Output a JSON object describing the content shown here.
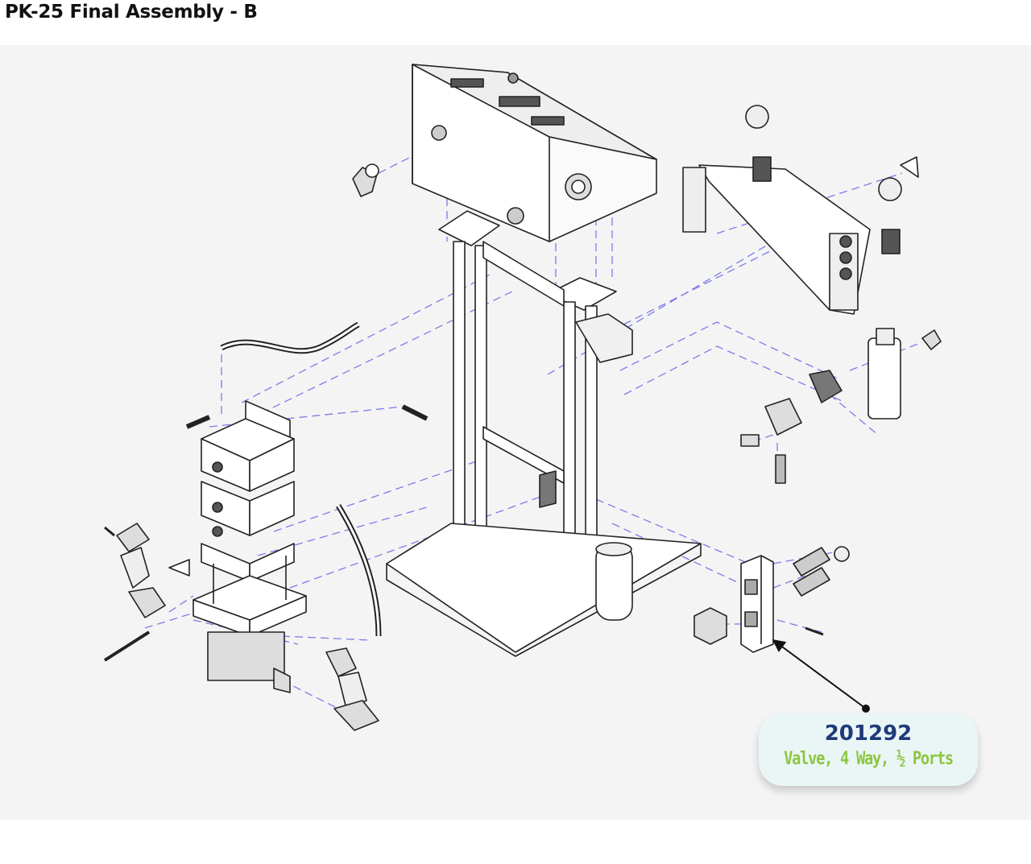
{
  "page": {
    "title": "PK-25 Final Assembly - B"
  },
  "callout": {
    "part_number": "201292",
    "description": "Valve, 4 Way, ½ Ports"
  },
  "colors": {
    "line": "#222222",
    "dash": "#7c7ce8",
    "part_number": "#1f3a7a",
    "description": "#8cc63f",
    "callout_bg": "#eaf6f6"
  }
}
